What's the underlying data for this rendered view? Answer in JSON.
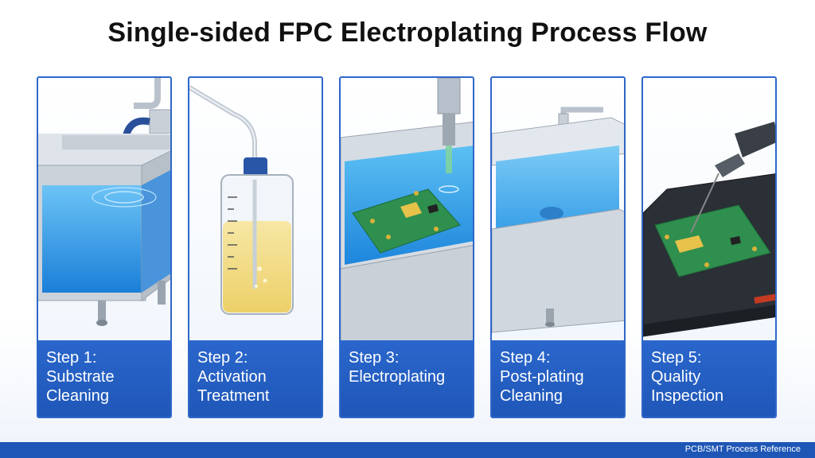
{
  "title": "Single-sided FPC Electroplating Process Flow",
  "steps": [
    {
      "step": "Step 1:",
      "name_lines": [
        "Substrate",
        "Cleaning"
      ],
      "icon": "rinse-tank-icon"
    },
    {
      "step": "Step 2:",
      "name_lines": [
        "Activation",
        "Treatment"
      ],
      "icon": "activation-beaker-icon"
    },
    {
      "step": "Step 3:",
      "name_lines": [
        "Electroplating"
      ],
      "icon": "plating-bath-icon"
    },
    {
      "step": "Step 4:",
      "name_lines": [
        "Post-plating",
        "Cleaning"
      ],
      "icon": "wash-sink-icon"
    },
    {
      "step": "Step 5:",
      "name_lines": [
        "Quality",
        "Inspection"
      ],
      "icon": "probe-inspection-icon"
    }
  ],
  "footer": {
    "text": "PCB/SMT Process Reference"
  },
  "colors": {
    "accent": "#2a66cc",
    "water": "#3aa0e8",
    "pcb": "#2f8f4e",
    "solution": "#f3dc84"
  }
}
